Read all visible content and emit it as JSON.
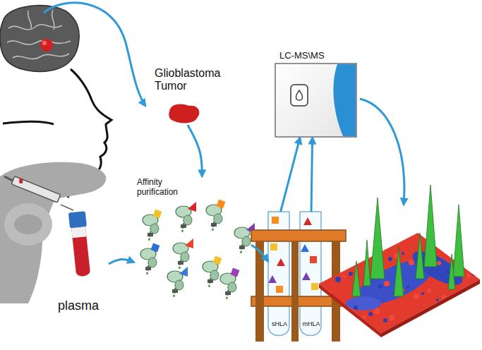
{
  "diagram": {
    "nodes": [
      {
        "text": [
          "Glioblastoma Tumor"
        ]
      },
      {
        "text": [
          "Affinity purification"
        ]
      },
      {
        "text": [
          "plasma"
        ]
      },
      {
        "text": [
          "sHLA"
        ]
      },
      {
        "text": [
          "mHLA"
        ]
      },
      {
        "text": [
          "LC-MS\\MS"
        ]
      }
    ],
    "edges": [
      {
        "from": 0,
        "to": 1,
        "arrow": "to"
      },
      {
        "from": 2,
        "to": 1,
        "arrow": "to"
      },
      {
        "from": 1,
        "to": 3,
        "arrow": "to"
      },
      {
        "from": 3,
        "to": 5,
        "arrow": "to"
      },
      {
        "from": 4,
        "to": 5,
        "arrow": "to"
      }
    ]
  }
}
